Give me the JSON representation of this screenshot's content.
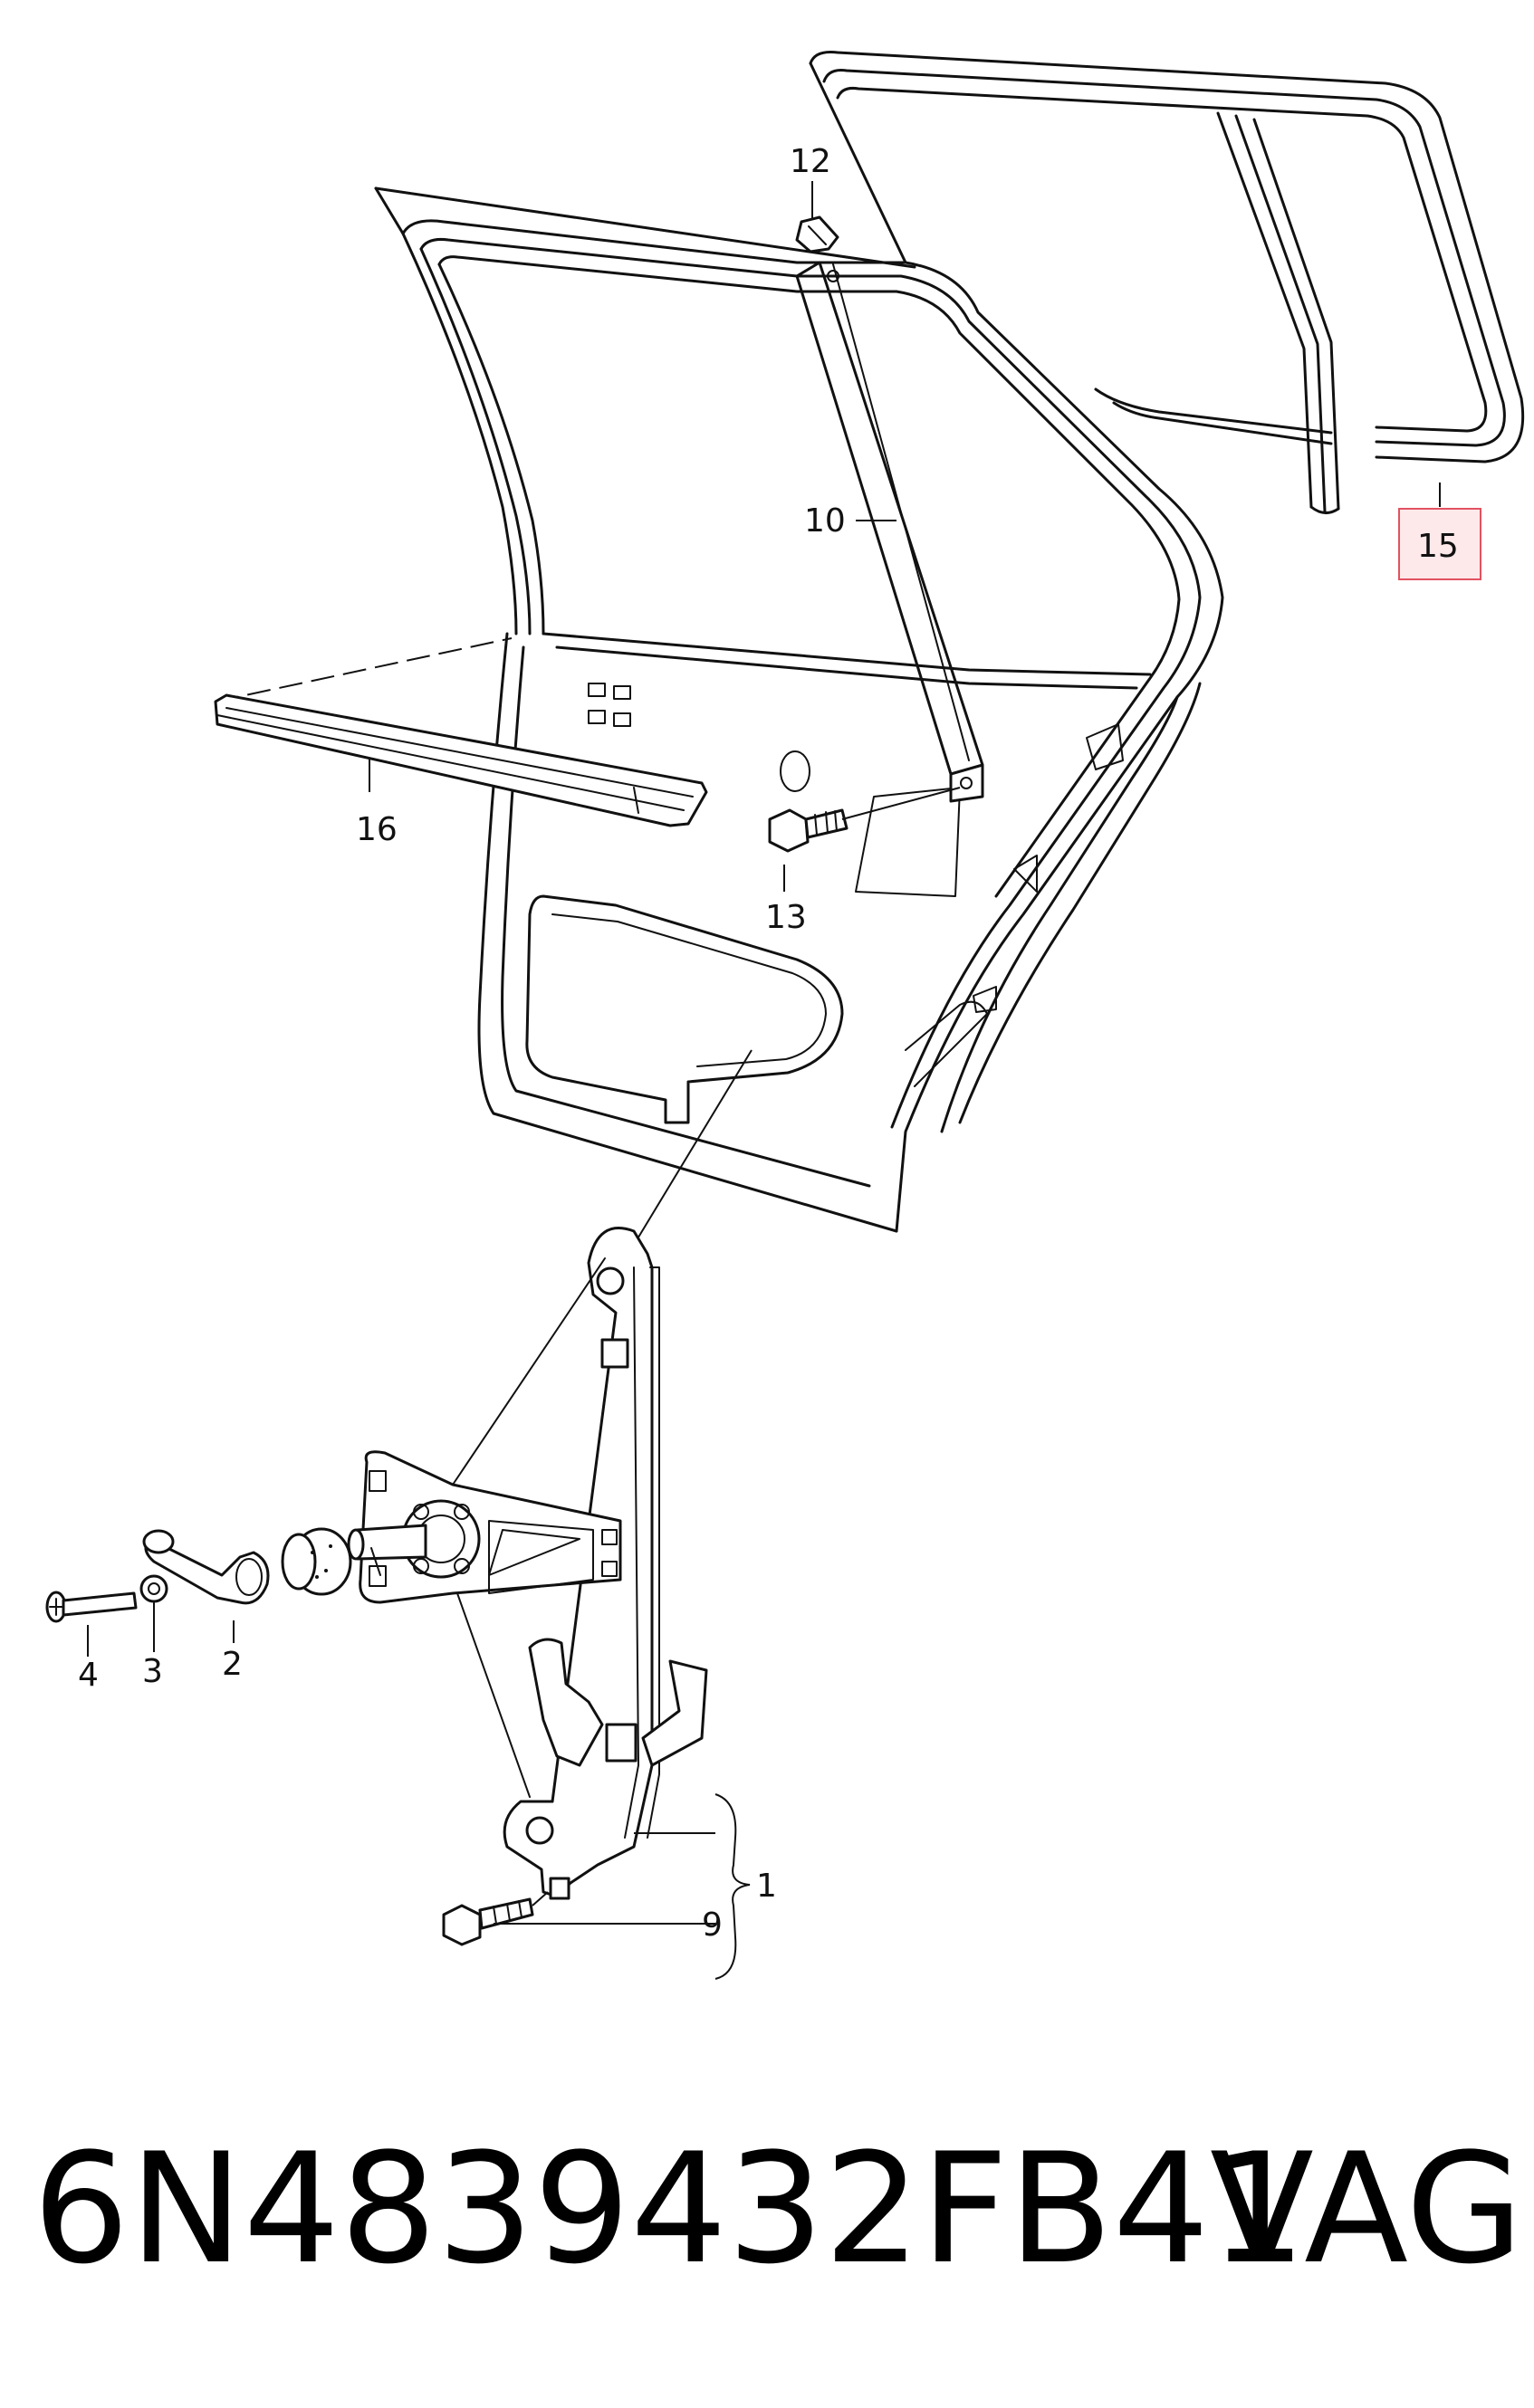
{
  "callouts": {
    "c1": "1",
    "c2": "2",
    "c3": "3",
    "c4": "4",
    "c9": "9",
    "c10": "10",
    "c12": "12",
    "c13": "13",
    "c15": "15",
    "c16": "16"
  },
  "highlight": {
    "callout": "15",
    "color": "#e25260"
  },
  "footer": {
    "part_number": "6N4839432FB41",
    "maker": "VAG"
  }
}
